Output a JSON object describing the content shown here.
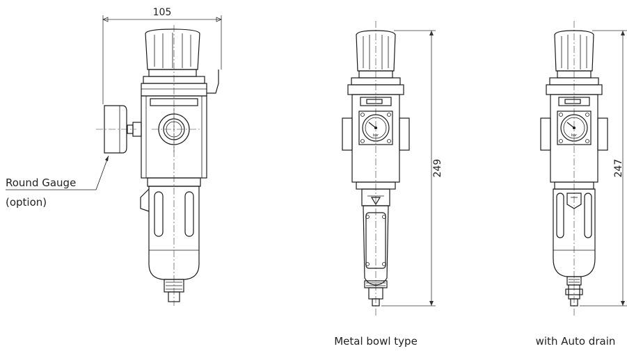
{
  "dimensions": {
    "width_left": "105",
    "height_middle": "249",
    "height_right": "247"
  },
  "callout": {
    "line1": "Round Gauge",
    "line2": "(option)"
  },
  "gauge_unit": "bar",
  "captions": {
    "middle": "Metal bowl type",
    "right": "with Auto drain"
  }
}
